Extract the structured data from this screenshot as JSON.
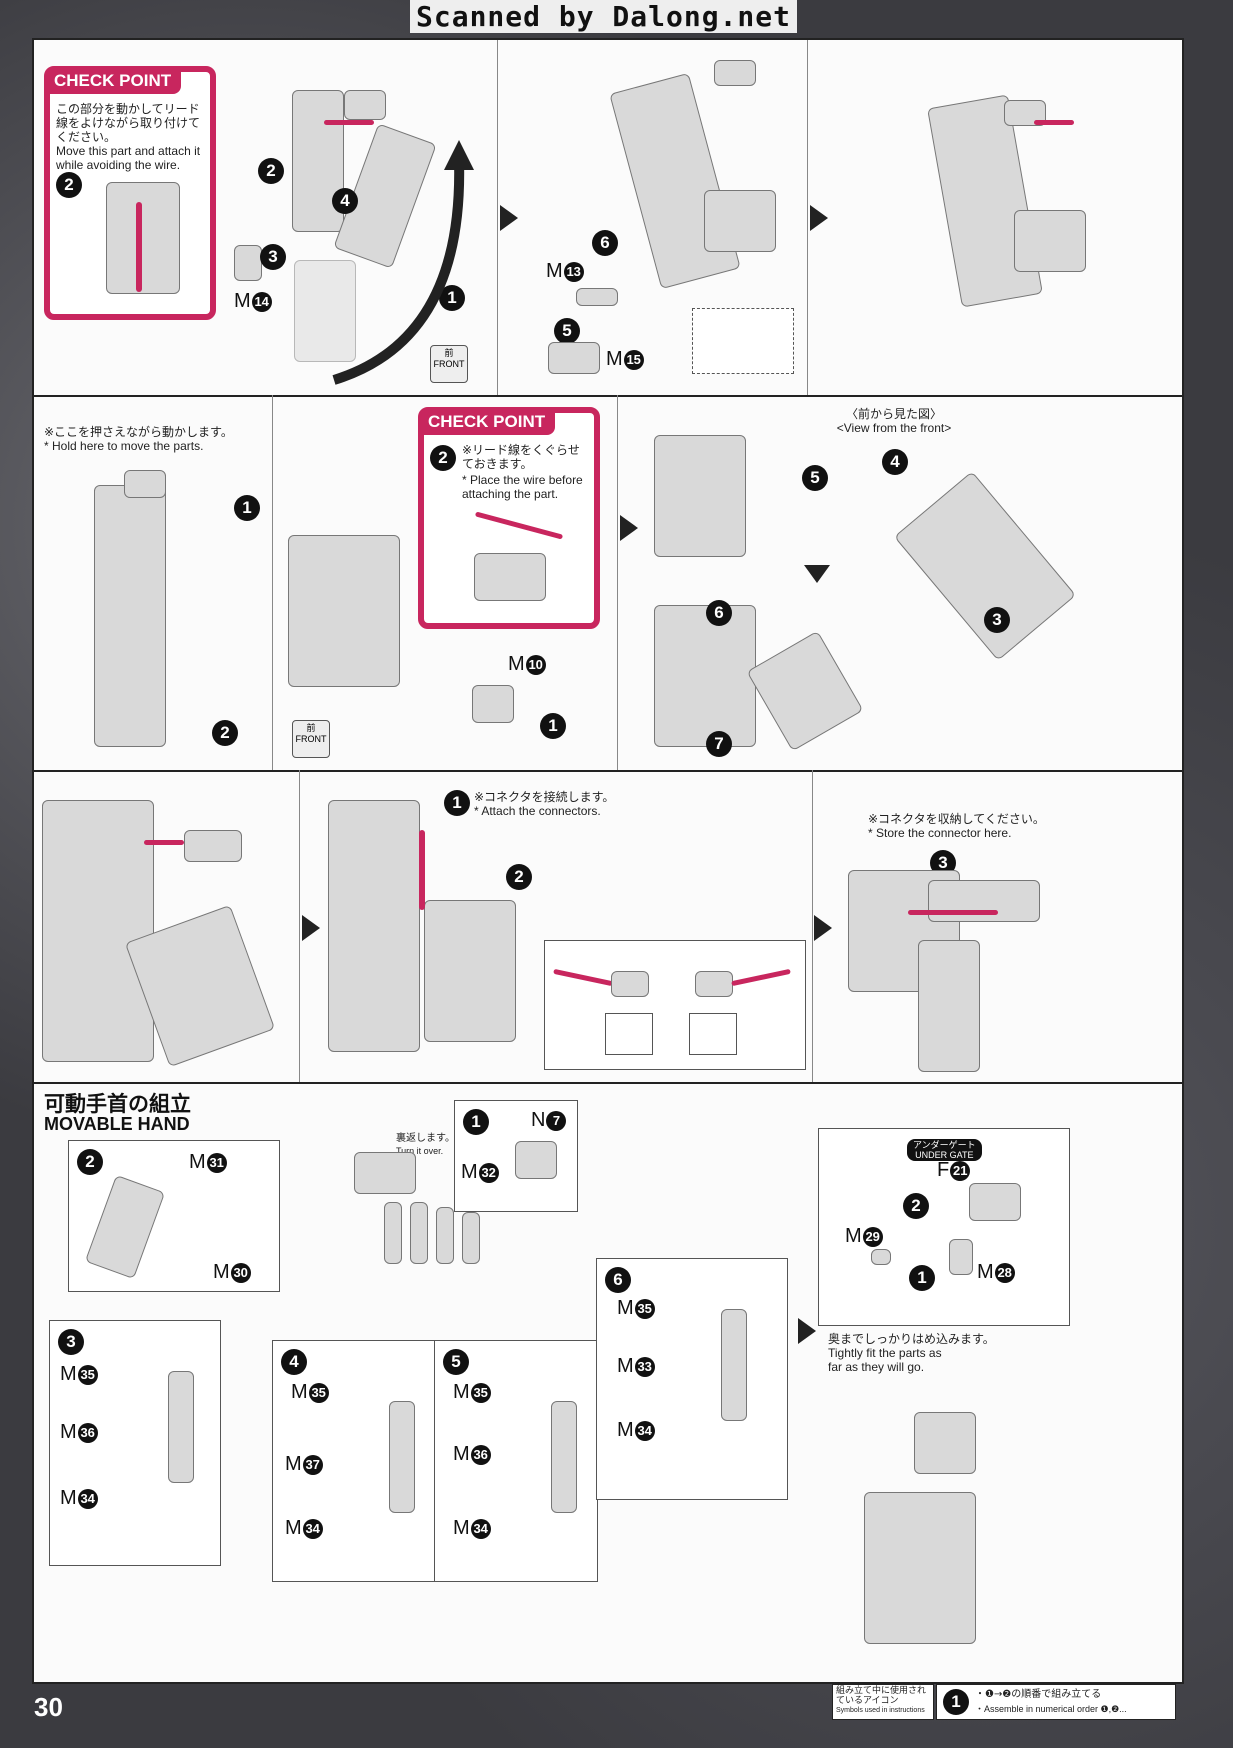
{
  "watermark": "Scanned by Dalong.net",
  "page_number": "30",
  "row1": {
    "check_point": {
      "title": "CHECK POINT",
      "jp": "この部分を動かしてリード線をよけながら取り付けてください。",
      "en": "Move this part and attach it while avoiding the wire.",
      "step": "2"
    },
    "parts": {
      "m14": "14",
      "m13": "13",
      "m15": "15"
    },
    "front": {
      "jp": "前",
      "en": "FRONT"
    },
    "steps": [
      "1",
      "2",
      "3",
      "4",
      "5",
      "6"
    ]
  },
  "row2": {
    "hold_note": {
      "jp": "※ここを押さえながら動かします。",
      "en": "* Hold here to move the parts."
    },
    "check_point": {
      "title": "CHECK POINT",
      "jp": "※リード線をくぐらせておきます。",
      "en": "* Place the wire before attaching the part.",
      "step": "2"
    },
    "parts": {
      "m10": "10"
    },
    "front": {
      "jp": "前",
      "en": "FRONT"
    },
    "view_front": {
      "jp": "〈前から見た図〉",
      "en": "<View from the front>"
    },
    "steps": [
      "1",
      "2",
      "1",
      "3",
      "4",
      "5",
      "6",
      "7"
    ]
  },
  "row3": {
    "attach_note": {
      "jp": "※コネクタを接続します。",
      "en": "* Attach the connectors."
    },
    "store_note": {
      "jp": "※コネクタを収納してください。",
      "en": "* Store the connector here."
    },
    "steps": [
      "1",
      "2",
      "3"
    ]
  },
  "row4": {
    "title_jp": "可動手首の組立",
    "title_en": "MOVABLE HAND",
    "turn_over": {
      "jp": "裏返します。",
      "en": "Turn it over."
    },
    "under_gate": {
      "jp": "アンダーゲート",
      "en": "UNDER GATE"
    },
    "tight_fit": {
      "jp": "奥までしっかりはめ込みます。",
      "en": "Tightly fit the parts as far as they will go."
    },
    "box1": {
      "step": "1",
      "n": "N",
      "n_num": "7",
      "m": "M",
      "m_num": "32"
    },
    "box2": {
      "step": "2",
      "a": "31",
      "b": "30"
    },
    "box3": {
      "step": "3",
      "a": "35",
      "b": "36",
      "c": "34"
    },
    "box4": {
      "step": "4",
      "a": "35",
      "b": "37",
      "c": "34"
    },
    "box5": {
      "step": "5",
      "a": "35",
      "b": "36",
      "c": "34"
    },
    "box6": {
      "step": "6",
      "a": "35",
      "b": "33",
      "c": "34"
    },
    "right": {
      "f": "F",
      "f_num": "21",
      "m29": "29",
      "m28": "28",
      "step1": "1",
      "step2": "2"
    }
  },
  "legend": {
    "label_jp": "組み立て中に使用されているアイコン",
    "label_en": "Symbols used in instructions",
    "icon": "1",
    "desc_jp": "・❶→❷の順番で組み立てる",
    "desc_en": "・Assemble in numerical order ❶,❷..."
  }
}
